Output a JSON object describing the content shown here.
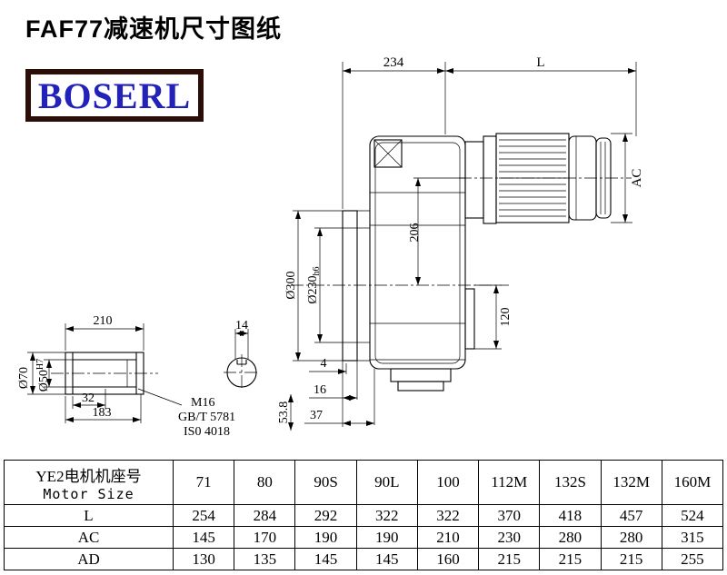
{
  "page": {
    "title": "FAF77减速机尺寸图纸"
  },
  "logo": {
    "text": "BOSERL",
    "text_color": "#2222bb",
    "border_color": "#2c0e08"
  },
  "drawing": {
    "dim_234": "234",
    "dim_L": "L",
    "dim_AC": "AC",
    "dim_206": "206",
    "dim_300": "Ø300",
    "dim_230": "Ø230",
    "dim_230_tol": "h6",
    "dim_120": "120",
    "dim_4": "4",
    "dim_16": "16",
    "dim_37": "37",
    "dim_53_8": "53.8",
    "dim_210": "210",
    "dim_14": "14",
    "dim_70": "Ø70",
    "dim_50": "Ø50",
    "dim_50_tol": "H7",
    "dim_32": "32",
    "dim_183": "183",
    "label_m16": "M16",
    "label_gbt": "GB/T 5781",
    "label_iso": "IS0 4018"
  },
  "table": {
    "motor_col": {
      "line1": "YE2电机机座号",
      "line2": "Motor Size"
    },
    "sizes": [
      "71",
      "80",
      "90S",
      "90L",
      "100",
      "112M",
      "132S",
      "132M",
      "160M"
    ],
    "rows": [
      {
        "label": "L",
        "values": [
          "254",
          "284",
          "292",
          "322",
          "322",
          "370",
          "418",
          "457",
          "524"
        ]
      },
      {
        "label": "AC",
        "values": [
          "145",
          "170",
          "190",
          "190",
          "210",
          "230",
          "280",
          "280",
          "315"
        ]
      },
      {
        "label": "AD",
        "values": [
          "130",
          "135",
          "145",
          "145",
          "160",
          "215",
          "215",
          "215",
          "255"
        ]
      }
    ]
  }
}
